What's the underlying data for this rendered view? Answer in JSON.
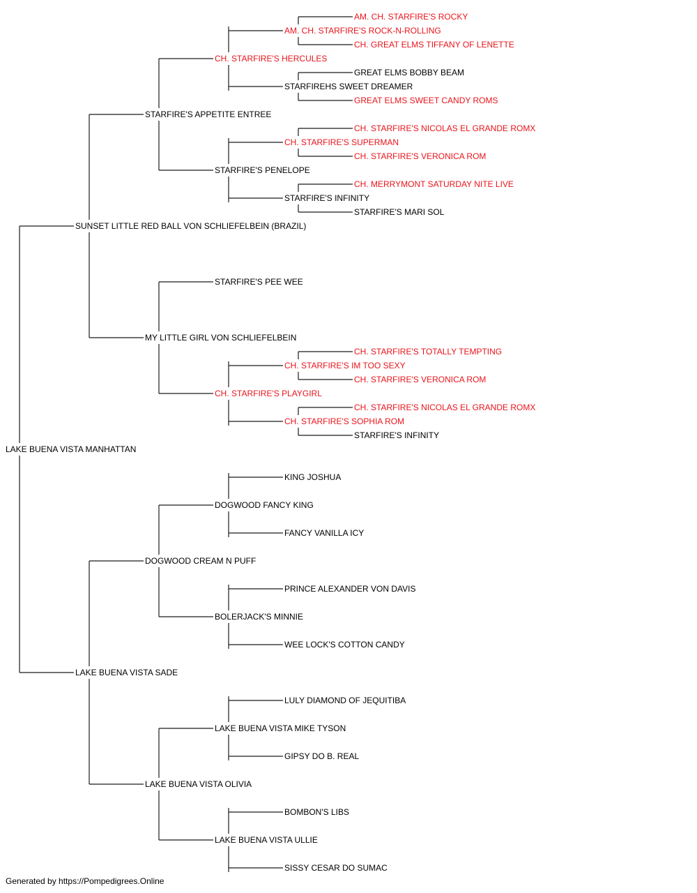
{
  "pedigree": {
    "name": "LAKE BUENA VISTA MANHATTAN",
    "sire": {
      "name": "SUNSET LITTLE RED BALL VON SCHLIEFELBEIN (BRAZIL)",
      "sire": {
        "name": "STARFIRE'S APPETITE ENTREE",
        "sire": {
          "name": "CH. STARFIRE'S HERCULES",
          "champion": true,
          "sire": {
            "name": "AM. CH. STARFIRE'S ROCK-N-ROLLING",
            "champion": true,
            "sire": {
              "name": "AM. CH. STARFIRE'S ROCKY",
              "champion": true
            },
            "dam": {
              "name": "CH. GREAT ELMS TIFFANY OF LENETTE",
              "champion": true
            }
          },
          "dam": {
            "name": "STARFIREHS SWEET DREAMER",
            "sire": {
              "name": "GREAT ELMS BOBBY BEAM"
            },
            "dam": {
              "name": "GREAT ELMS SWEET CANDY ROMS",
              "champion": true
            }
          }
        },
        "dam": {
          "name": "STARFIRE'S PENELOPE",
          "sire": {
            "name": "CH. STARFIRE'S SUPERMAN",
            "champion": true,
            "sire": {
              "name": "CH. STARFIRE'S NICOLAS EL GRANDE ROMX",
              "champion": true
            },
            "dam": {
              "name": "CH. STARFIRE'S VERONICA ROM",
              "champion": true
            }
          },
          "dam": {
            "name": "STARFIRE'S INFINITY",
            "sire": {
              "name": "CH. MERRYMONT SATURDAY NITE LIVE",
              "champion": true
            },
            "dam": {
              "name": "STARFIRE'S MARI SOL"
            }
          }
        }
      },
      "dam": {
        "name": "MY LITTLE GIRL VON SCHLIEFELBEIN",
        "sire": {
          "name": "STARFIRE'S PEE WEE"
        },
        "dam": {
          "name": "CH. STARFIRE'S PLAYGIRL",
          "champion": true,
          "sire": {
            "name": "CH. STARFIRE'S IM TOO SEXY",
            "champion": true,
            "sire": {
              "name": "CH. STARFIRE'S TOTALLY TEMPTING",
              "champion": true
            },
            "dam": {
              "name": "CH. STARFIRE'S VERONICA ROM",
              "champion": true
            }
          },
          "dam": {
            "name": "CH. STARFIRE'S SOPHIA ROM",
            "champion": true,
            "sire": {
              "name": "CH. STARFIRE'S NICOLAS EL GRANDE ROMX",
              "champion": true
            },
            "dam": {
              "name": "STARFIRE'S INFINITY"
            }
          }
        }
      }
    },
    "dam": {
      "name": "LAKE BUENA VISTA SADE",
      "sire": {
        "name": "DOGWOOD CREAM N PUFF",
        "sire": {
          "name": "DOGWOOD FANCY KING",
          "sire": {
            "name": "KING JOSHUA"
          },
          "dam": {
            "name": "FANCY VANILLA ICY"
          }
        },
        "dam": {
          "name": "BOLERJACK'S MINNIE",
          "sire": {
            "name": "PRINCE ALEXANDER VON DAVIS"
          },
          "dam": {
            "name": "WEE LOCK'S COTTON CANDY"
          }
        }
      },
      "dam": {
        "name": "LAKE BUENA VISTA OLIVIA",
        "sire": {
          "name": "LAKE BUENA VISTA MIKE TYSON",
          "sire": {
            "name": "LULY DIAMOND OF JEQUITIBA"
          },
          "dam": {
            "name": "GIPSY DO B. REAL"
          }
        },
        "dam": {
          "name": "LAKE BUENA VISTA ULLIE",
          "sire": {
            "name": "BOMBON'S LIBS"
          },
          "dam": {
            "name": "SISSY CESAR DO SUMAC"
          }
        }
      }
    }
  },
  "footer": "Generated by https://Pompedigrees.Online",
  "colors": {
    "champion": "#e8141b",
    "default": "#000000",
    "line": "#1a1a1a"
  }
}
